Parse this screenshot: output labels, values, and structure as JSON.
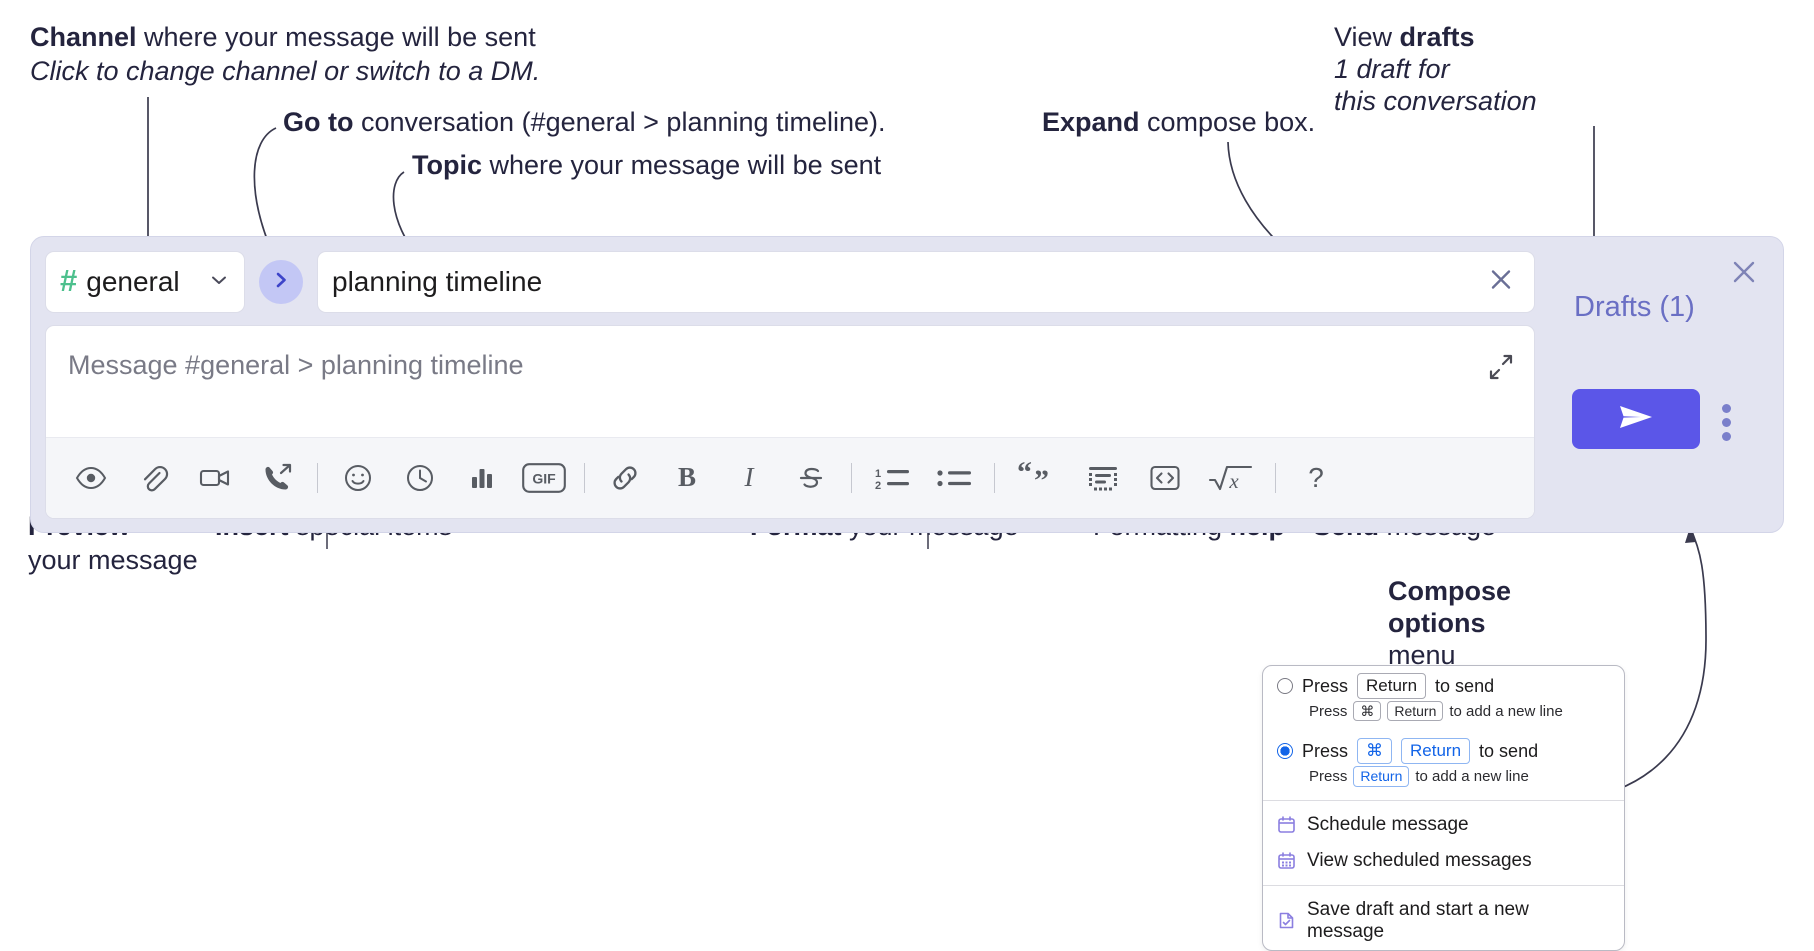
{
  "annotations": {
    "channel": {
      "bold": "Channel",
      "rest": " where your message will be sent",
      "sub": "Click to change channel or switch to a DM."
    },
    "goto": {
      "bold": "Go to",
      "rest": " conversation (#general > planning timeline)."
    },
    "topic": {
      "bold": "Topic",
      "rest": " where your message will be sent"
    },
    "expand": {
      "bold": "Expand",
      "rest": " compose box."
    },
    "drafts": {
      "pre": "View ",
      "bold": "drafts",
      "sub1": "1 draft for",
      "sub2": "this conversation"
    },
    "preview": {
      "bold": "Preview",
      "line2": "your message"
    },
    "insert": {
      "bold": "Insert",
      "rest": " special items"
    },
    "format": {
      "bold": "Format",
      "rest": " your message"
    },
    "formatting_help": {
      "pre": "Formatting ",
      "bold": "help"
    },
    "send": {
      "bold": "Send",
      "rest": " message"
    },
    "compose_options": {
      "bold1": "Compose",
      "bold2": "options",
      "rest": "menu"
    }
  },
  "compose": {
    "channel": {
      "name": "general",
      "hash": "#",
      "chevron_icon": "chevron-down-icon"
    },
    "goto_icon": "chevron-right-icon",
    "topic": {
      "value": "planning timeline",
      "clear_icon": "close-icon"
    },
    "message": {
      "placeholder": "Message #general > planning timeline",
      "value": ""
    },
    "expand_icon": "expand-icon",
    "close_icon": "close-icon",
    "drafts_label": "Drafts (1)",
    "send_icon": "send-paper-plane-icon",
    "more_icon": "kebab-menu-icon",
    "toolbar": [
      {
        "name": "preview-icon",
        "type": "icon"
      },
      {
        "name": "attachment-icon",
        "type": "icon"
      },
      {
        "name": "video-camera-icon",
        "type": "icon"
      },
      {
        "name": "call-forward-icon",
        "type": "icon"
      },
      {
        "name": "divider",
        "type": "divider"
      },
      {
        "name": "emoji-icon",
        "type": "icon"
      },
      {
        "name": "clock-icon",
        "type": "icon"
      },
      {
        "name": "poll-bar-chart-icon",
        "type": "icon"
      },
      {
        "name": "gif-icon",
        "type": "icon",
        "label": "GIF"
      },
      {
        "name": "divider",
        "type": "divider"
      },
      {
        "name": "link-icon",
        "type": "icon"
      },
      {
        "name": "bold-icon",
        "type": "icon",
        "label": "B"
      },
      {
        "name": "italic-icon",
        "type": "icon",
        "label": "I"
      },
      {
        "name": "strikethrough-icon",
        "type": "icon"
      },
      {
        "name": "divider",
        "type": "divider"
      },
      {
        "name": "ordered-list-icon",
        "type": "icon"
      },
      {
        "name": "bulleted-list-icon",
        "type": "icon"
      },
      {
        "name": "divider",
        "type": "divider"
      },
      {
        "name": "blockquote-icon",
        "type": "icon"
      },
      {
        "name": "code-block-icon",
        "type": "icon"
      },
      {
        "name": "code-icon",
        "type": "icon"
      },
      {
        "name": "math-icon",
        "type": "icon"
      },
      {
        "name": "divider",
        "type": "divider"
      },
      {
        "name": "help-icon",
        "type": "icon",
        "label": "?"
      }
    ]
  },
  "options_menu": {
    "radio_options": [
      {
        "selected": false,
        "pre": "Press",
        "key": "Return",
        "post": "to send",
        "sub_pre": "Press",
        "sub_key1": "⌘",
        "sub_key2": "Return",
        "sub_post": "to add a new line"
      },
      {
        "selected": true,
        "pre": "Press",
        "key1": "⌘",
        "key2": "Return",
        "post": "to send",
        "sub_pre": "Press",
        "sub_key": "Return",
        "sub_post": "to add a new line"
      }
    ],
    "items": [
      {
        "icon": "calendar-icon",
        "label": "Schedule message"
      },
      {
        "icon": "calendar-grid-icon",
        "label": "View scheduled messages"
      },
      {
        "icon": "save-draft-icon",
        "label": "Save draft and start a new message"
      }
    ]
  },
  "colors": {
    "panel_bg": "#e3e4f1",
    "accent_send": "#5b56e8",
    "drafts_text": "#6a6fc4",
    "hash_green": "#4dc08d",
    "goto_bg": "#c3c7f5",
    "key_blue": "#1264e8"
  }
}
